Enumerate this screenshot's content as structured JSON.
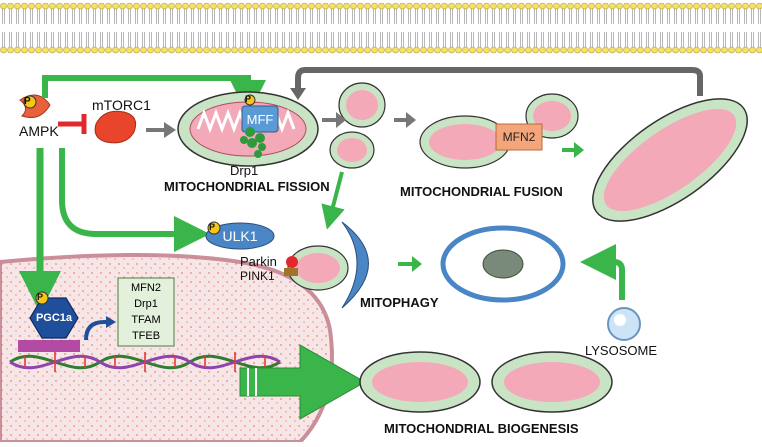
{
  "labels": {
    "ampk": "AMPK",
    "mtorc1": "mTORC1",
    "mff": "MFF",
    "drp1": "Drp1",
    "fission_title": "MITOCHONDRIAL FISSION",
    "mfn2": "MFN2",
    "fusion_title": "MITOCHONDRIAL FUSION",
    "ulk1": "ULK1",
    "parkin": "Parkin",
    "pink1": "PINK1",
    "mitophagy_title": "MITOPHAGY",
    "lysosome": "LYSOSOME",
    "pgc1a": "PGC1a",
    "phospho": "P",
    "biogenesis_title": "MITOCHONDRIAL BIOGENESIS"
  },
  "target_genes": [
    "MFN2",
    "Drp1",
    "TFAM",
    "TFEB"
  ],
  "colors": {
    "arrow_green": "#3ab54a",
    "arrow_gray": "#555555",
    "inhibit_red": "#e0282e",
    "mito_green": "#c9e4c4",
    "mito_pink": "#f3a9b8",
    "phagophore_blue": "#4a86c5",
    "mff_blue": "#5b9bd5",
    "mfn2_orange": "#f4a57a",
    "pgc1a_blue": "#1f4e9a",
    "nucleus_pink": "#f8e8ea",
    "phospho_yellow": "#f5c518"
  }
}
